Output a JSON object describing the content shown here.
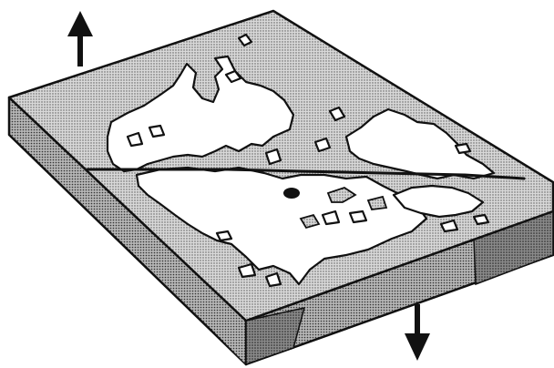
{
  "diagram": {
    "arrows": [
      {
        "name": "uplift-arrow",
        "direction": "up"
      },
      {
        "name": "subsidence-arrow",
        "direction": "down"
      }
    ],
    "colors": {
      "ink": "#111111",
      "sea_stipple": "#bdbdbd",
      "side_dark": "#6f6f6f",
      "side_light": "#a8a8a8",
      "land": "#ffffff"
    },
    "features": [
      "tilted-crustal-block",
      "hinge-line",
      "coastline-map",
      "location-marker"
    ]
  }
}
